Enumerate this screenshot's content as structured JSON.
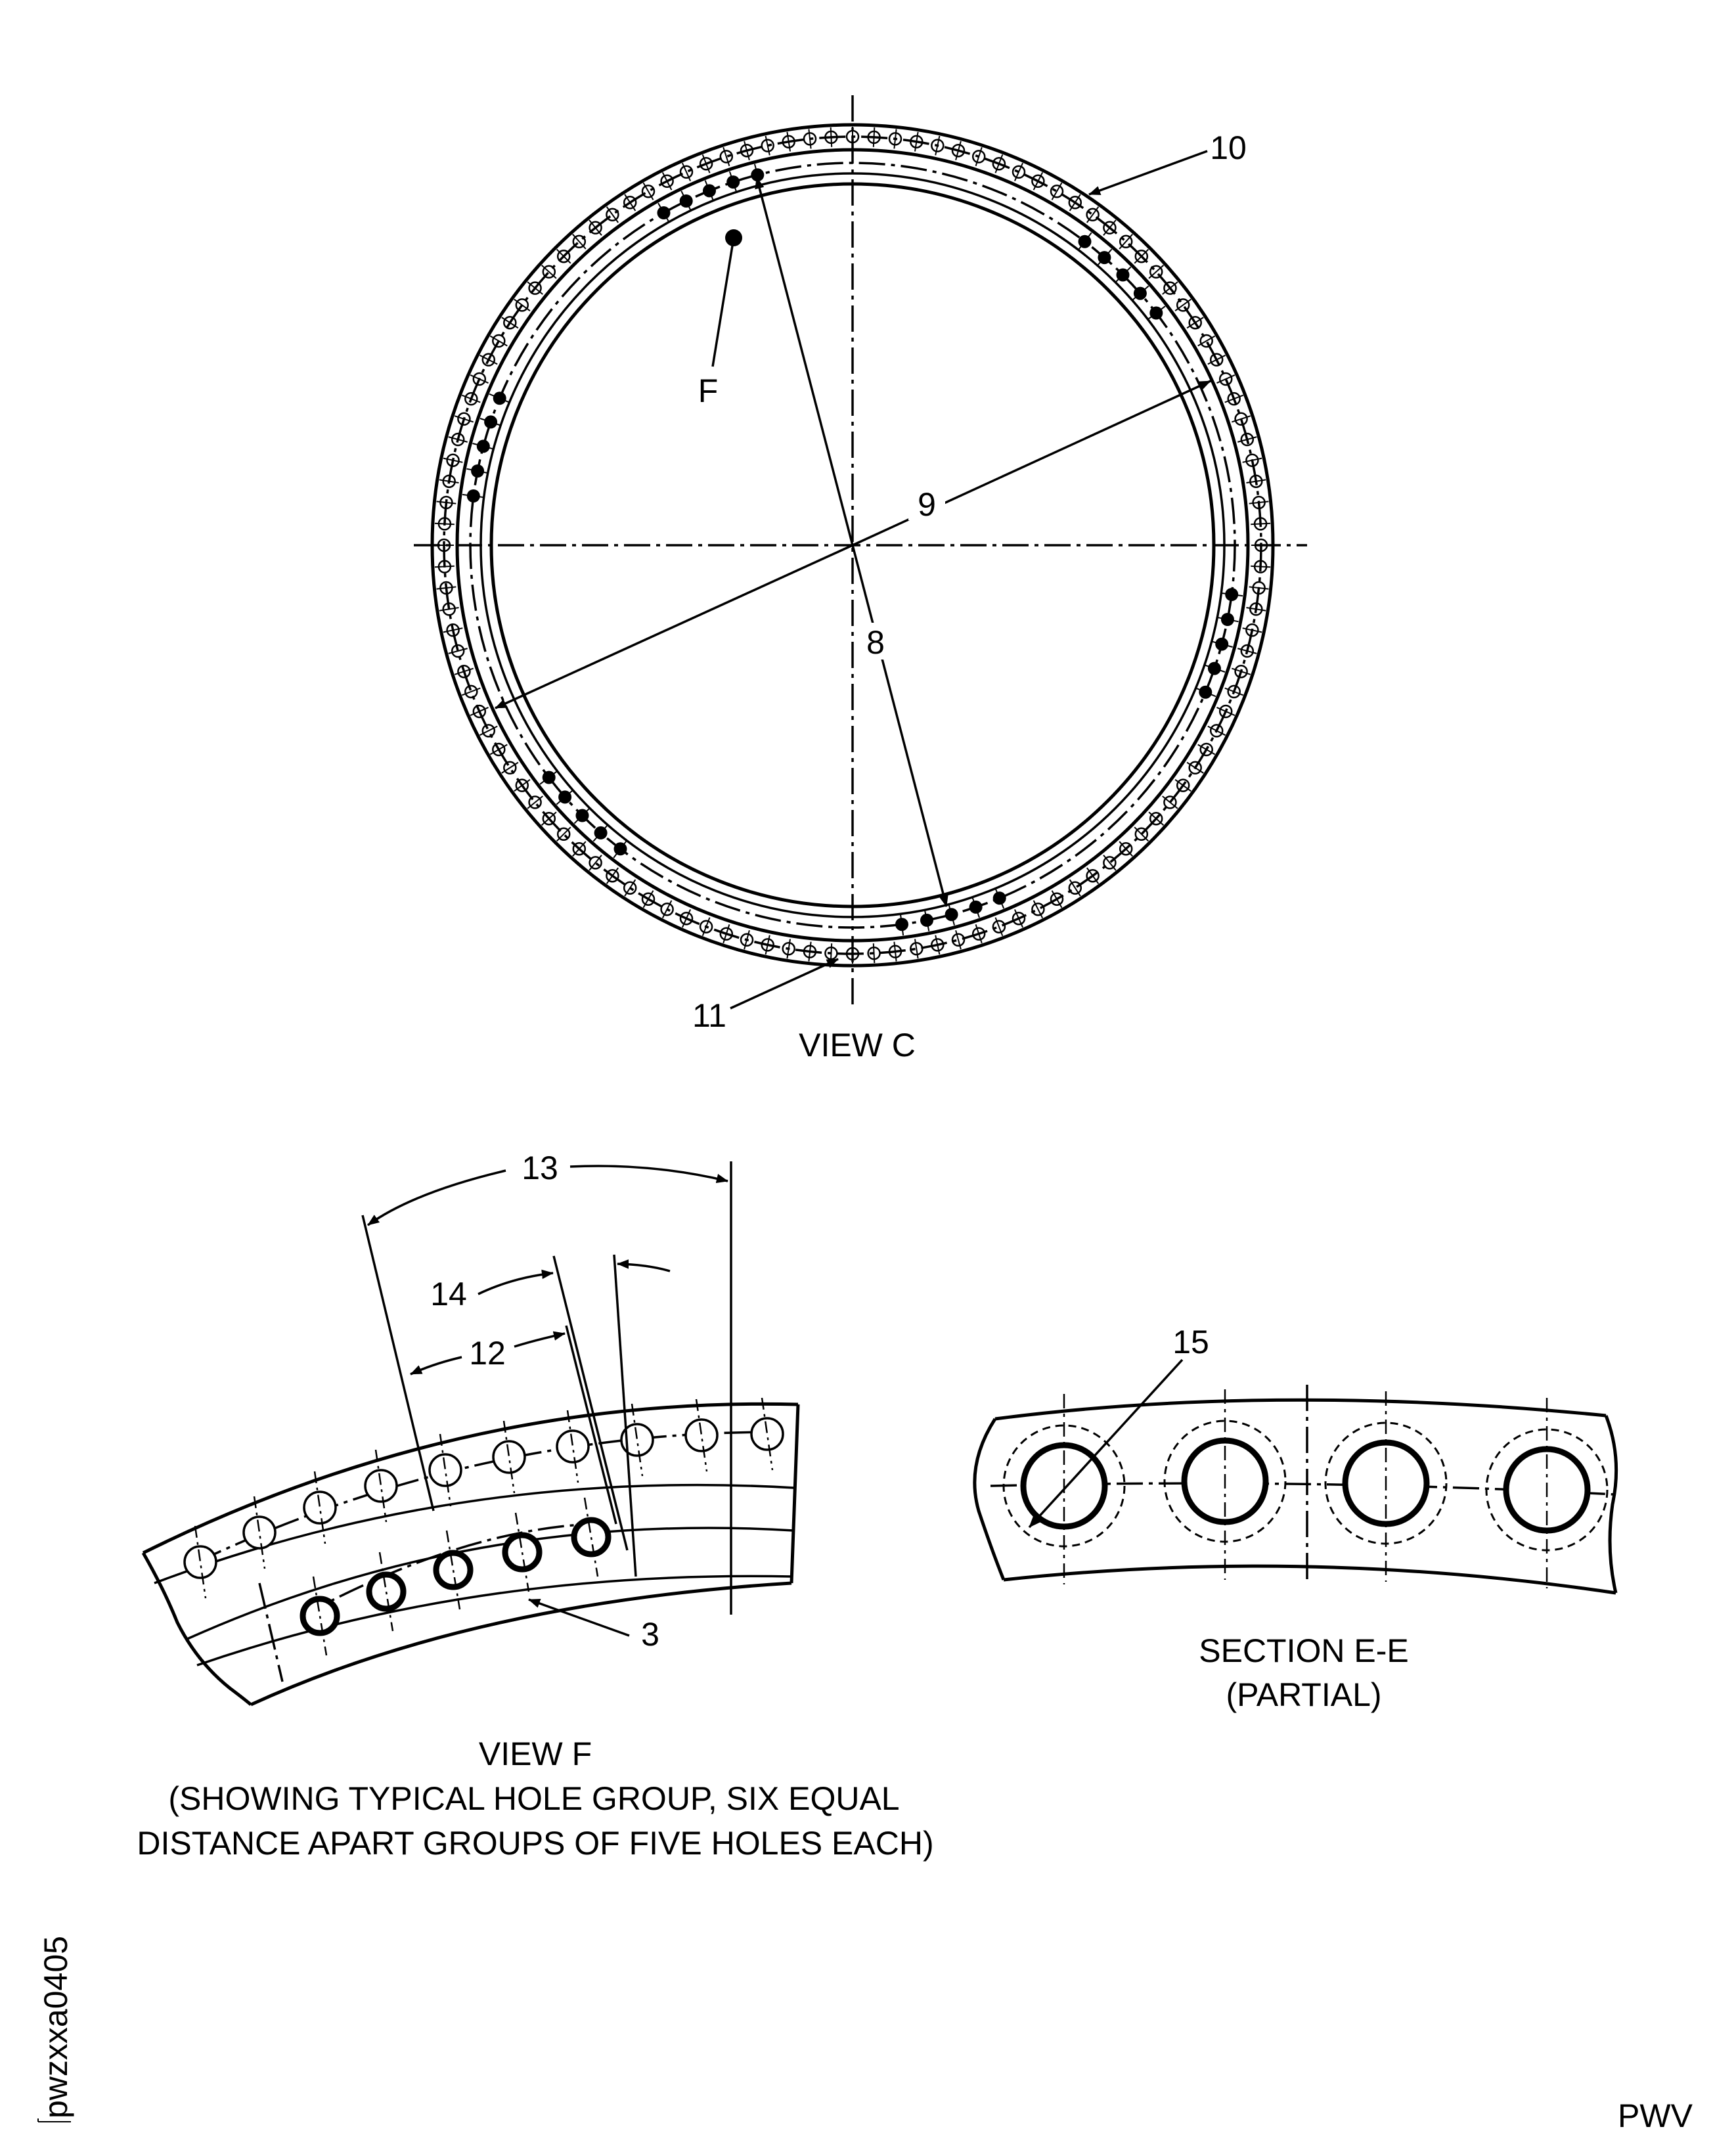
{
  "view_c": {
    "caption": "VIEW C",
    "callouts": {
      "f": "F",
      "eight": "8",
      "nine": "9",
      "ten": "10",
      "eleven": "11"
    }
  },
  "view_f": {
    "caption_line1": "VIEW F",
    "caption_line2": "(SHOWING TYPICAL HOLE GROUP, SIX EQUAL",
    "caption_line3": "DISTANCE APART GROUPS OF FIVE HOLES EACH)",
    "callouts": {
      "thirteen": "13",
      "fourteen": "14",
      "twelve": "12",
      "three": "3"
    }
  },
  "section_e": {
    "caption_line1": "SECTION E-E",
    "caption_line2": "(PARTIAL)",
    "callouts": {
      "fifteen": "15"
    }
  },
  "footer": {
    "figure_id": "pwzxxa0405",
    "code": "PWV"
  }
}
